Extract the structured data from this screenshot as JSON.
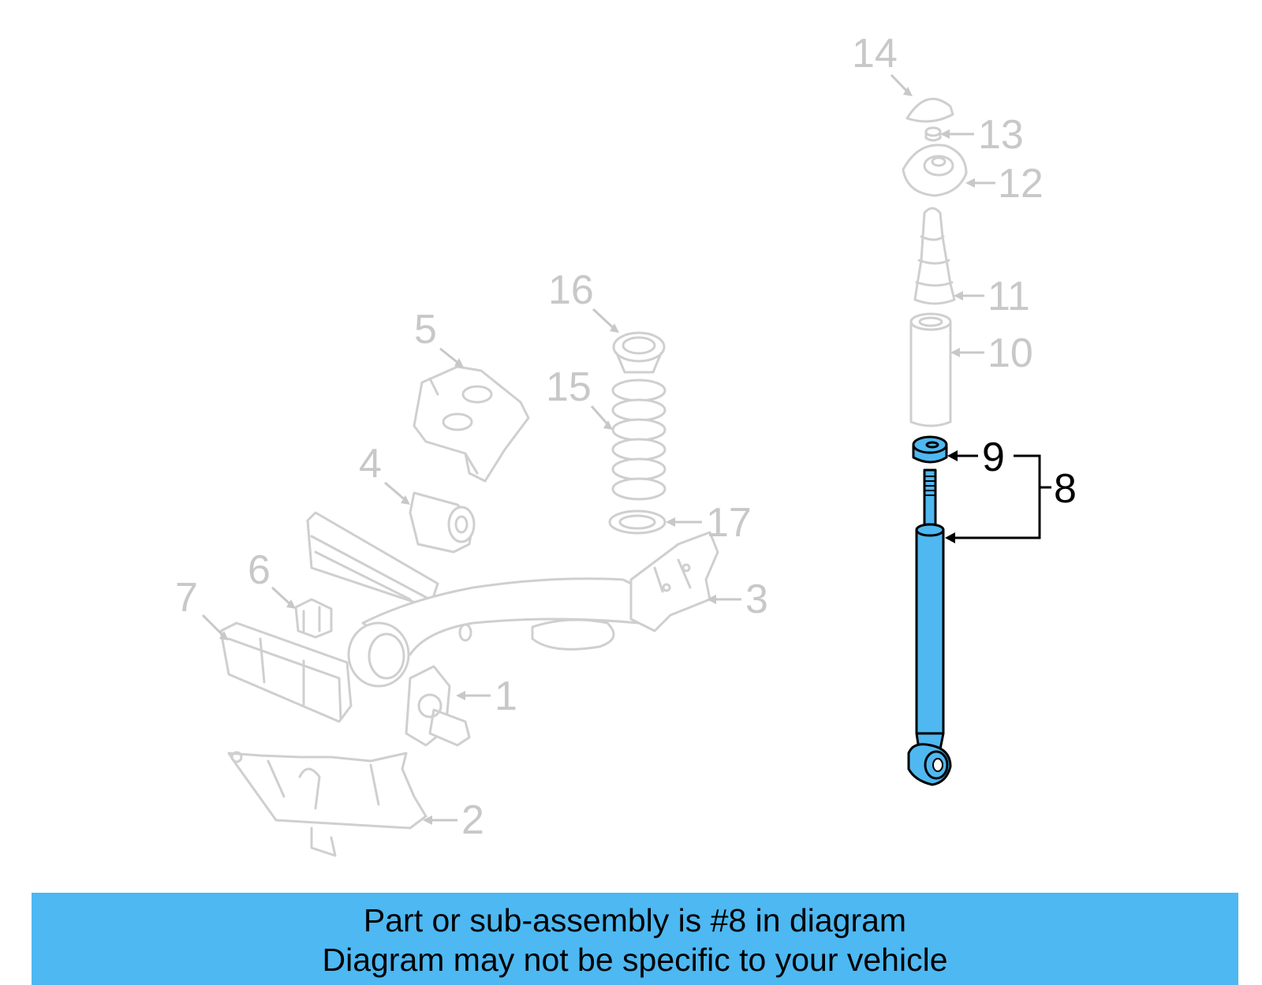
{
  "footer": {
    "line1": "Part or sub-assembly is #8 in diagram",
    "line2": "Diagram may not be specific to your vehicle"
  },
  "callouts": {
    "c1": "1",
    "c2": "2",
    "c3": "3",
    "c4": "4",
    "c5": "5",
    "c6": "6",
    "c7": "7",
    "c8": "8",
    "c9": "9",
    "c10": "10",
    "c11": "11",
    "c12": "12",
    "c13": "13",
    "c14": "14",
    "c15": "15",
    "c16": "16",
    "c17": "17"
  },
  "highlight_color": "#4fb8f0",
  "highlighted_part": "8"
}
